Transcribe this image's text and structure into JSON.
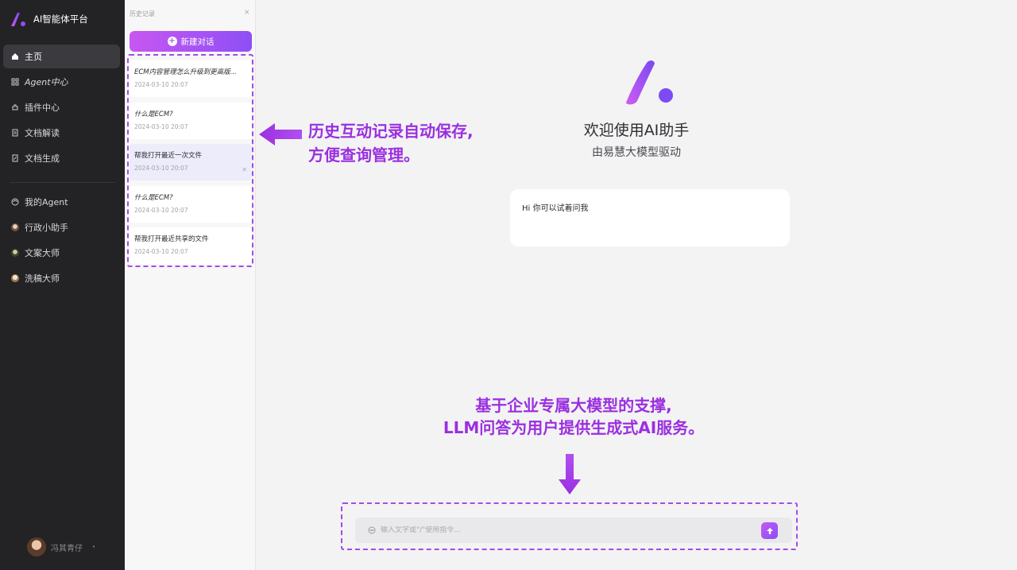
{
  "sidebar": {
    "brand_title": "AI智能体平台",
    "nav": [
      {
        "label": "主页",
        "icon": "home-icon",
        "active": true
      },
      {
        "label": "Agent中心",
        "icon": "grid-icon"
      },
      {
        "label": "插件中心",
        "icon": "plugin-icon"
      },
      {
        "label": "文档解读",
        "icon": "document-icon"
      },
      {
        "label": "文档生成",
        "icon": "document-edit-icon"
      }
    ],
    "agents": [
      {
        "label": "我的Agent",
        "icon": "agent-icon"
      },
      {
        "label": "行政小助手",
        "icon": "avatar-icon"
      },
      {
        "label": "文案大师",
        "icon": "avatar-icon"
      },
      {
        "label": "洗稿大师",
        "icon": "avatar-icon"
      }
    ],
    "user_name": "冯其青仔"
  },
  "history": {
    "title": "历史记录",
    "close": "×",
    "new_chat": "新建对话",
    "items": [
      {
        "question": "ECM内容管理怎么升级到更高版...",
        "time": "2024-03-10 20:07"
      },
      {
        "question": "什么是ECM?",
        "time": "2024-03-10 20:07"
      },
      {
        "question": "帮我打开最近一次文件",
        "time": "2024-03-10 20:07",
        "selected": true
      },
      {
        "question": "什么是ECM?",
        "time": "2024-03-10 20:07"
      },
      {
        "question": "帮我打开最近共享的文件",
        "time": "2024-03-10 20:07"
      }
    ]
  },
  "main": {
    "welcome": "欢迎使用AI助手",
    "subtitle": "由易慧大模型驱动",
    "greeting": "Hi 你可以试着问我",
    "input_placeholder": "输入文字或\"/\"使用指令..."
  },
  "annotations": {
    "history_line1": "历史互动记录自动保存,",
    "history_line2": "方便查询管理。",
    "bottom_line1": "基于企业专属大模型的支撑,",
    "bottom_line2": "LLM问答为用户提供生成式AI服务。"
  },
  "colors": {
    "accent": "#9b2fe0",
    "gradient_start": "#c757f2",
    "gradient_end": "#8e4ff5",
    "sidebar_bg": "#232326"
  }
}
